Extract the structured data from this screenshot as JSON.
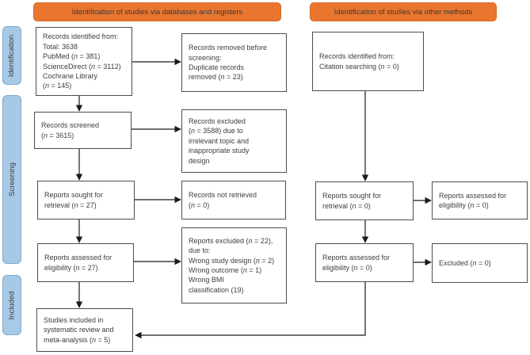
{
  "colors": {
    "header_bg": "#EA752E",
    "header_border": "#D96A26",
    "header_text": "#3A3A3A",
    "stage_bg": "#A6C9E6",
    "stage_border": "#7FA8CE",
    "stage_text": "#3A3A3A",
    "box_border": "#4D4D4D",
    "box_text": "#3D3D3D",
    "arrow": "#1A1A1A"
  },
  "headers": {
    "databases": "Identification of studies via databases and registers",
    "other": "Identification of studies via other methods"
  },
  "stages": {
    "identification": "Identification",
    "screening": "Screening",
    "included": "Included"
  },
  "boxes": {
    "records_identified": "Records identified from:\nTotal: 3638\nPubMed (n = 381)\nScienceDirect (n = 3112)\nCochrane Library\n(n = 145)",
    "records_removed": "Records removed before\nscreening:\nDuplicate records\nremoved (n = 23)",
    "records_screened": "Records screened\n(n = 3615)",
    "records_excluded": "Records excluded\n(n = 3588) due to\nirrelevant topic and\ninappropriate study\ndesign",
    "reports_sought": "Reports sought for\nretrieval (n = 27)",
    "records_not_retrieved": "Records not retrieved\n(n = 0)",
    "reports_assessed": "Reports assessed for\neligibility (n = 27)",
    "reports_excluded": "Reports excluded (n = 22),\ndue to:\nWrong study design (n = 2)\nWrong outcome (n = 1)\nWrong BMI\nclassification (19)",
    "studies_included": "Studies included in\nsystematic review and\nmeta-analysis (n = 5)",
    "records_identified_other": "Records identified from:\nCitation searching (n = 0)",
    "reports_sought_other": "Reports sought for\nretrieval (n = 0)",
    "reports_assessed_elig_right": "Reports assessed for\neligibility (n = 0)",
    "reports_assessed_other": "Reports assessed for\neligibility (n = 0)",
    "excluded_other": "Excluded (n = 0)"
  }
}
